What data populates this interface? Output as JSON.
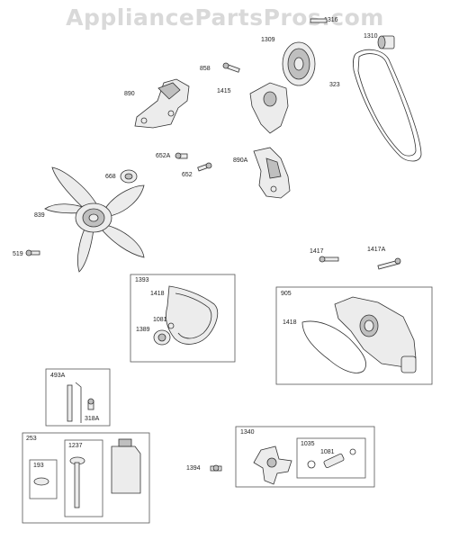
{
  "watermark": "AppliancePartsPros.com",
  "labels": {
    "p1316": "1316",
    "p1310": "1310",
    "p1309": "1309",
    "p858": "858",
    "p890": "890",
    "p1415": "1415",
    "p323": "323",
    "p652A": "652A",
    "p668": "668",
    "p652": "652",
    "p890A": "890A",
    "p839": "839",
    "p519": "519",
    "p1417": "1417",
    "p1417A": "1417A",
    "p1393": "1393",
    "p1418a": "1418",
    "p1081a": "1081",
    "p1389": "1389",
    "p905": "905",
    "p1418b": "1418",
    "p493A": "493A",
    "p318A": "318A",
    "p253": "253",
    "p1237": "1237",
    "p193": "193",
    "p1340": "1340",
    "p1035": "1035",
    "p1081b": "1081",
    "p1394": "1394"
  }
}
